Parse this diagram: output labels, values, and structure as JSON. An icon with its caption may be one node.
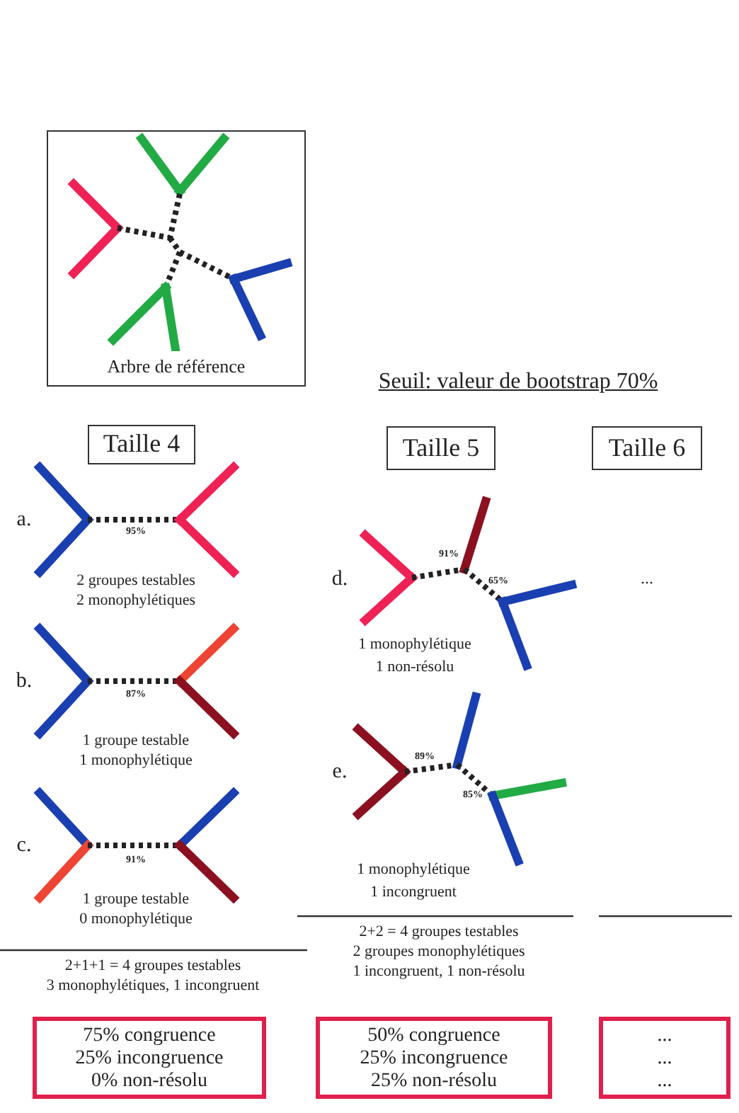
{
  "diagram": {
    "nodes": [
      {
        "text": [
          "Arbre de référence"
        ]
      },
      {
        "text": [
          "Taille 4"
        ]
      },
      {
        "text": [
          "Taille 5"
        ]
      },
      {
        "text": [
          "Taille 6"
        ]
      },
      {
        "text": [
          "75% congruence",
          "25% incongruence",
          "0% non-résolu"
        ]
      },
      {
        "text": [
          "50% congruence",
          "25% incongruence",
          "25% non-résolu"
        ]
      },
      {
        "text": [
          "...",
          "...",
          "..."
        ]
      }
    ],
    "edges": [],
    "labels": [
      "Seuil: valeur de bootstrap 70%",
      "a.",
      "95%",
      "2 groupes testables",
      "2 monophylétiques",
      "b.",
      "87%",
      "1 groupe testable",
      "1 monophylétique",
      "c.",
      "91%",
      "1 groupe testable",
      "0 monophylétique",
      "2+1+1 = 4 groupes testables",
      "3 monophylétiques, 1 incongruent",
      "d.",
      "91%",
      "65%",
      "1 monophylétique",
      "1 non-résolu",
      "...",
      "e.",
      "89%",
      "85%",
      "1 monophylétique",
      "1 incongruent",
      "2+2 = 4 groupes testables",
      "2 groupes monophylétiques",
      "1 incongruent, 1 non-résolu"
    ]
  }
}
